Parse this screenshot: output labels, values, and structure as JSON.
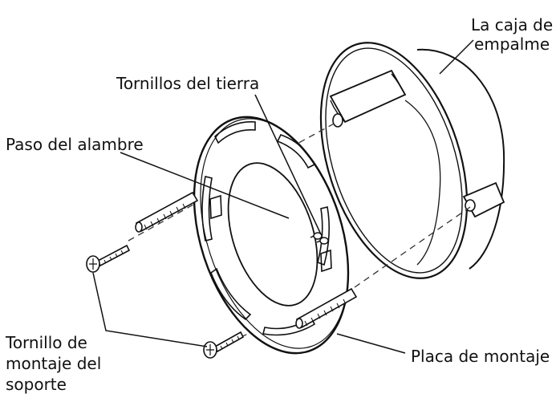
{
  "labels": {
    "junction_box": [
      "La caja de",
      "empalme"
    ],
    "ground_screws": "Tornillos del tierra",
    "wire_passage": "Paso del alambre",
    "bracket_screw": [
      "Tornillo de",
      "montaje del",
      "soporte"
    ],
    "mounting_plate": "Placa de montaje"
  },
  "colors": {
    "line": "#111111",
    "background": "#ffffff"
  }
}
